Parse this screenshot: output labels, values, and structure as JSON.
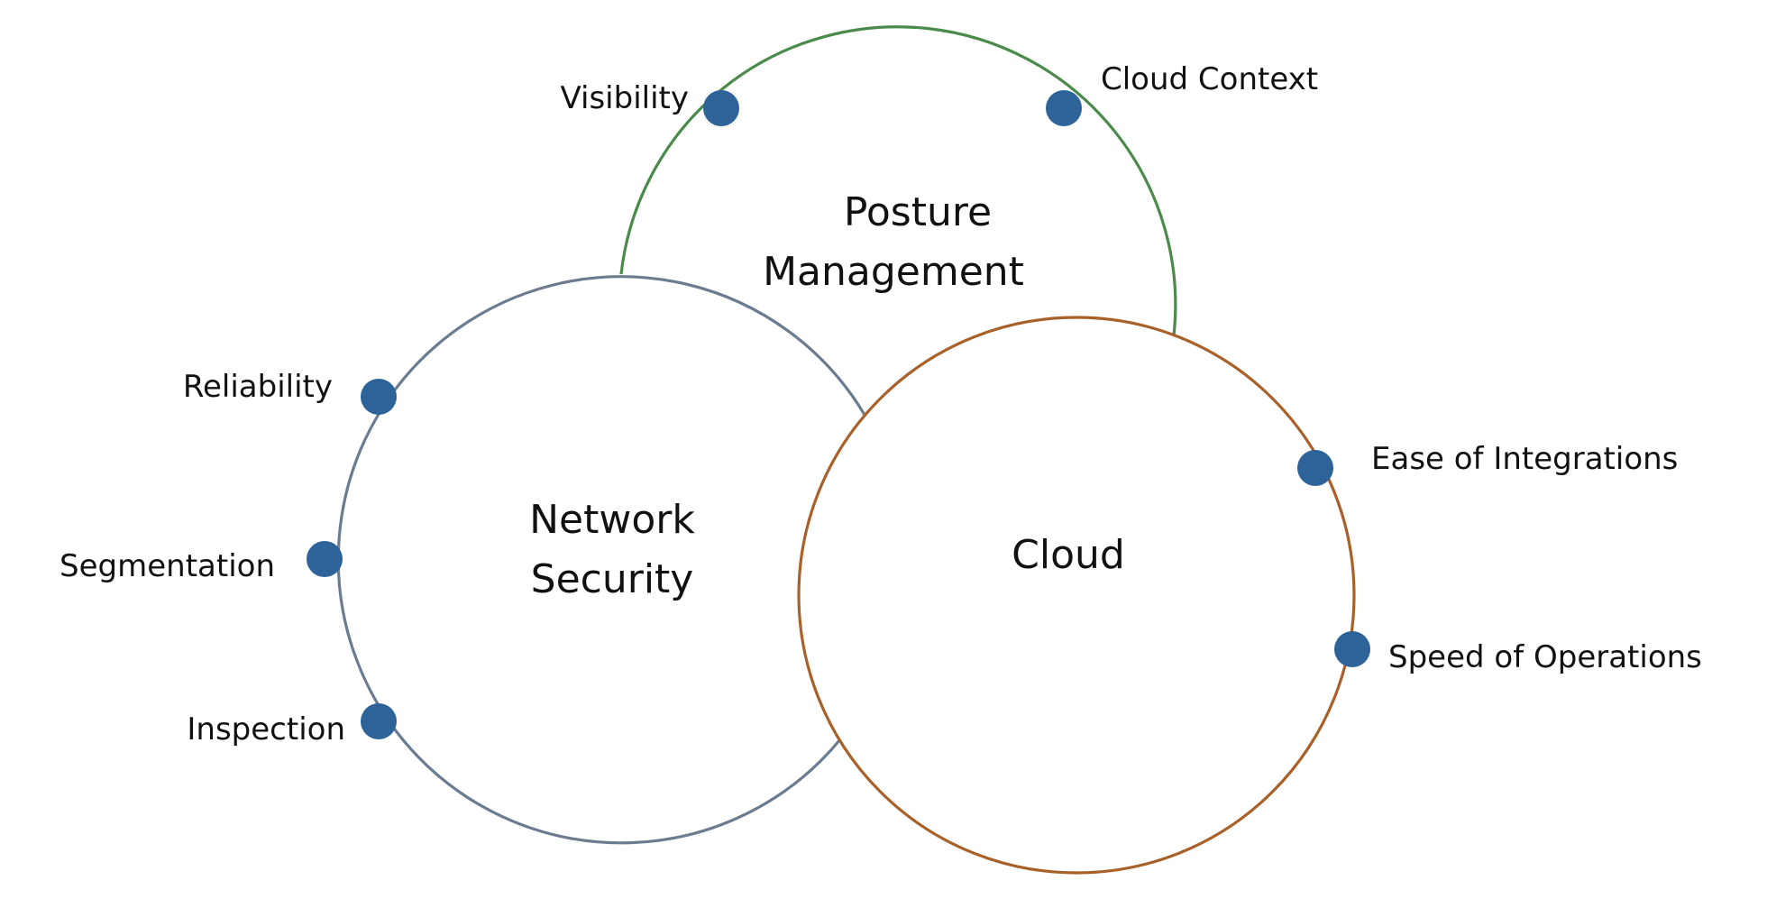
{
  "diagram": {
    "colors": {
      "posture_management": "#4a8a4a",
      "network_security": "#6b7b90",
      "cloud": "#a9612a",
      "marker": "#2e6399",
      "text": "#111111"
    },
    "circles": {
      "posture_management": {
        "title_line1": "Posture",
        "title_line2": "Management"
      },
      "network_security": {
        "title_line1": "Network",
        "title_line2": "Security"
      },
      "cloud": {
        "title": "Cloud"
      }
    },
    "points": {
      "visibility": "Visibility",
      "cloud_context": "Cloud Context",
      "reliability": "Reliability",
      "segmentation": "Segmentation",
      "inspection": "Inspection",
      "ease_of_integrations": "Ease of Integrations",
      "speed_of_operations": "Speed of Operations"
    }
  }
}
